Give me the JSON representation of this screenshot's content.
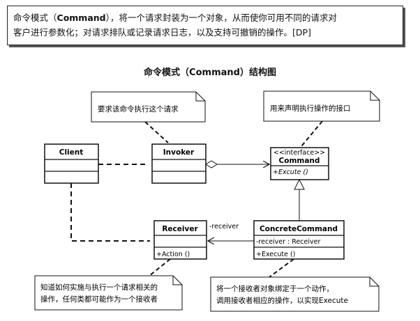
{
  "definition": {
    "part1": "命令模式（",
    "bold": "Command",
    "part2": "），将一个请求封装为一个对象，从而使你可用不同的请求对",
    "line2": "客户进行参数化；对请求排队或记录请求日志，以及支持可撤销的操作。[DP]"
  },
  "diagram_title": "命令模式（Command）结构图",
  "classes": {
    "client": {
      "name": "Client"
    },
    "invoker": {
      "name": "Invoker"
    },
    "command": {
      "stereotype": "<<interface>>",
      "name": "Command",
      "method": "+Excute ()"
    },
    "receiver": {
      "name": "Receiver",
      "method": "+Action ()"
    },
    "concrete": {
      "name": "ConcreteCommand",
      "field": "-receiver  : Receiver",
      "method": "+Execute ()"
    }
  },
  "association_label": "-receiver",
  "notes": {
    "invoker_note": "要求该命令执行这个请求",
    "command_note": "用来声明执行操作的接口",
    "receiver_note_1": "知道如何实施与执行一个请求相关的",
    "receiver_note_2": "操作，任何类都可能作为一个接收者",
    "concrete_note_1": "将一个接收者对象绑定于一个动作，",
    "concrete_note_2": "调用接收者相应的操作，以实现Execute"
  }
}
